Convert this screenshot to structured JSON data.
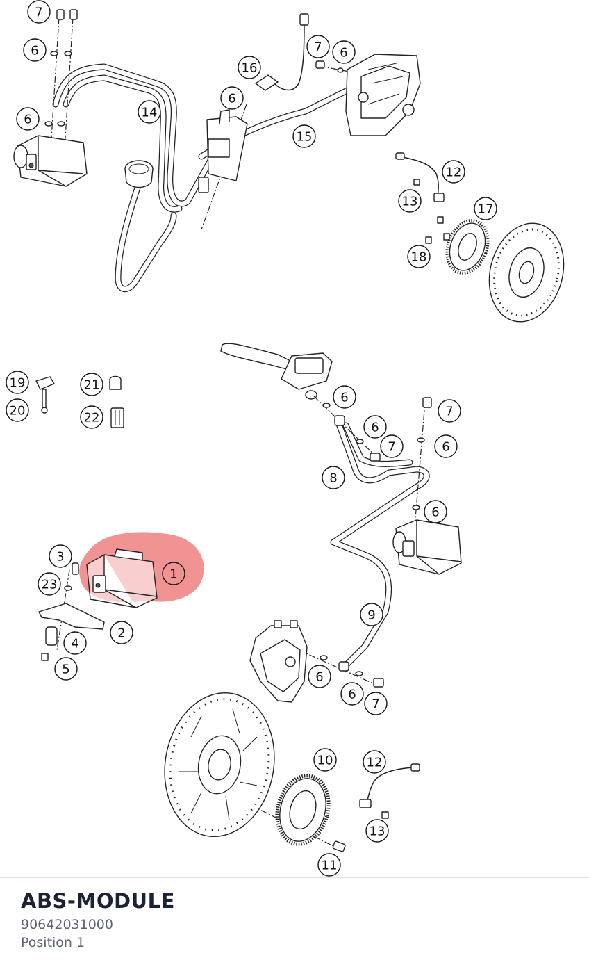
{
  "diagram": {
    "highlight_color": "#f08080",
    "callouts": [
      {
        "label": "7"
      },
      {
        "label": "6"
      },
      {
        "label": "6"
      },
      {
        "label": "14"
      },
      {
        "label": "16"
      },
      {
        "label": "6"
      },
      {
        "label": "7"
      },
      {
        "label": "6"
      },
      {
        "label": "15"
      },
      {
        "label": "12"
      },
      {
        "label": "13"
      },
      {
        "label": "17"
      },
      {
        "label": "18"
      },
      {
        "label": "19"
      },
      {
        "label": "20"
      },
      {
        "label": "21"
      },
      {
        "label": "22"
      },
      {
        "label": "6"
      },
      {
        "label": "7"
      },
      {
        "label": "6"
      },
      {
        "label": "7"
      },
      {
        "label": "6"
      },
      {
        "label": "8"
      },
      {
        "label": "6"
      },
      {
        "label": "3"
      },
      {
        "label": "23"
      },
      {
        "label": "1"
      },
      {
        "label": "2"
      },
      {
        "label": "4"
      },
      {
        "label": "5"
      },
      {
        "label": "9"
      },
      {
        "label": "6"
      },
      {
        "label": "6"
      },
      {
        "label": "7"
      },
      {
        "label": "10"
      },
      {
        "label": "12"
      },
      {
        "label": "13"
      },
      {
        "label": "11"
      }
    ]
  },
  "part": {
    "title": "ABS-MODULE",
    "number": "90642031000",
    "position": "Position 1"
  }
}
